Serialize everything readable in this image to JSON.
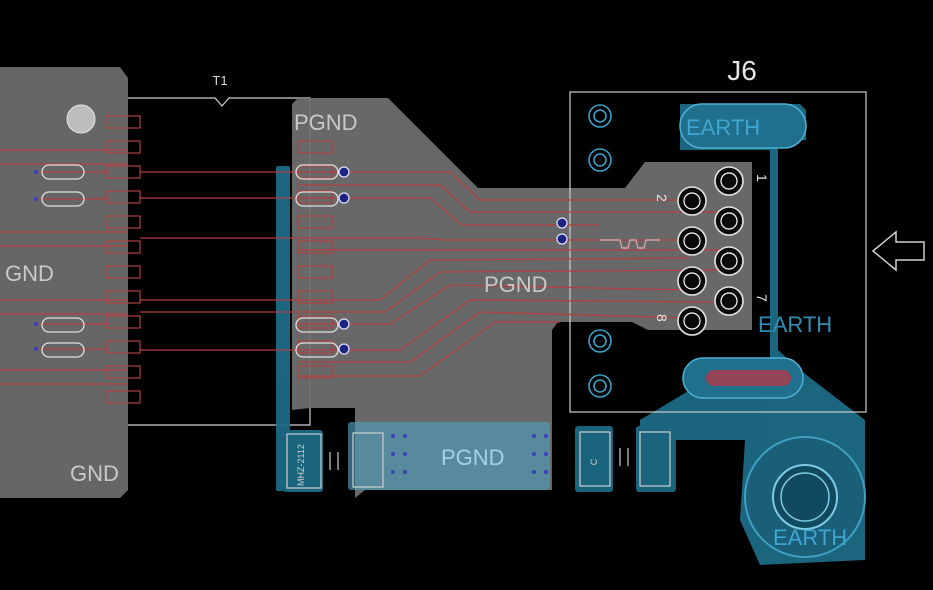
{
  "labels": {
    "t1": "T1",
    "j6": "J6",
    "pgnd_top": "PGND",
    "pgnd_mid": "PGND",
    "pgnd_bottom": "PGND",
    "gnd_left": "GND",
    "gnd_bottom": "GND",
    "earth_top": "EARTH",
    "earth_mid": "EARTH",
    "earth_bottom": "EARTH",
    "pin1": "1",
    "pin2": "2",
    "pin7": "7",
    "pin8": "8",
    "comp_left": "MHZ-2112",
    "comp_right": "C"
  },
  "colors": {
    "background": "#000000",
    "pgnd_pour": "#6f6f6f",
    "earth_pour": "#1e6f8a",
    "silkscreen": "#cfcfcf",
    "trace": "#b04040",
    "pad_outline": "#b04040",
    "via": "#2a2f9e"
  }
}
